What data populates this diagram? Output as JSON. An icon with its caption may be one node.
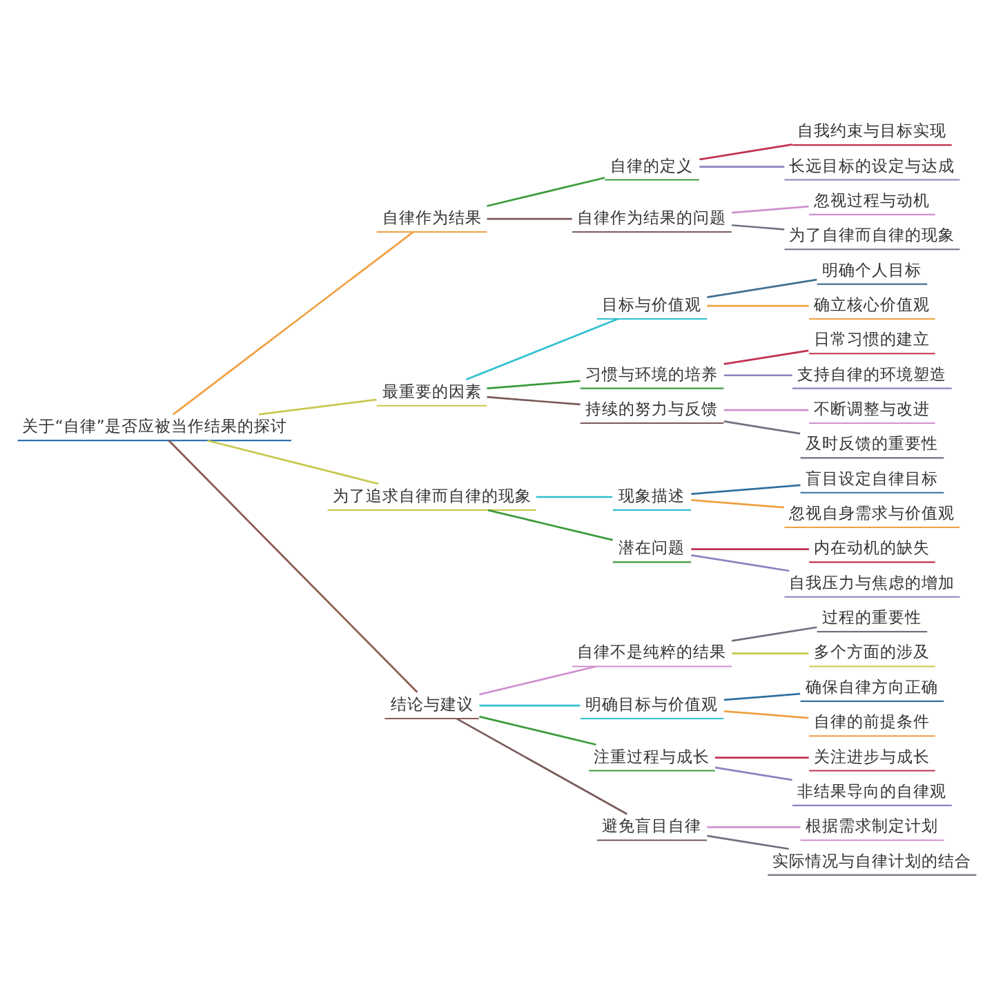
{
  "diagram": {
    "nodes": [
      {
        "text": [
          "关于“自律”是否应被当作结果的探讨"
        ]
      },
      {
        "text": [
          "自律作为结果"
        ]
      },
      {
        "text": [
          "自律的定义"
        ]
      },
      {
        "text": [
          "自我约束与目标实现"
        ]
      },
      {
        "text": [
          "长远目标的设定与达成"
        ]
      },
      {
        "text": [
          "自律作为结果的问题"
        ]
      },
      {
        "text": [
          "忽视过程与动机"
        ]
      },
      {
        "text": [
          "为了自律而自律的现象"
        ]
      },
      {
        "text": [
          "最重要的因素"
        ]
      },
      {
        "text": [
          "目标与价值观"
        ]
      },
      {
        "text": [
          "明确个人目标"
        ]
      },
      {
        "text": [
          "确立核心价值观"
        ]
      },
      {
        "text": [
          "习惯与环境的培养"
        ]
      },
      {
        "text": [
          "日常习惯的建立"
        ]
      },
      {
        "text": [
          "支持自律的环境塑造"
        ]
      },
      {
        "text": [
          "持续的努力与反馈"
        ]
      },
      {
        "text": [
          "不断调整与改进"
        ]
      },
      {
        "text": [
          "及时反馈的重要性"
        ]
      },
      {
        "text": [
          "为了追求自律而自律的现象"
        ]
      },
      {
        "text": [
          "现象描述"
        ]
      },
      {
        "text": [
          "盲目设定自律目标"
        ]
      },
      {
        "text": [
          "忽视自身需求与价值观"
        ]
      },
      {
        "text": [
          "潜在问题"
        ]
      },
      {
        "text": [
          "内在动机的缺失"
        ]
      },
      {
        "text": [
          "自我压力与焦虑的增加"
        ]
      },
      {
        "text": [
          "结论与建议"
        ]
      },
      {
        "text": [
          "自律不是纯粹的结果"
        ]
      },
      {
        "text": [
          "过程的重要性"
        ]
      },
      {
        "text": [
          "多个方面的涉及"
        ]
      },
      {
        "text": [
          "明确目标与价值观"
        ]
      },
      {
        "text": [
          "确保自律方向正确"
        ]
      },
      {
        "text": [
          "自律的前提条件"
        ]
      },
      {
        "text": [
          "注重过程与成长"
        ]
      },
      {
        "text": [
          "关注进步与成长"
        ]
      },
      {
        "text": [
          "非结果导向的自律观"
        ]
      },
      {
        "text": [
          "避免盲目自律"
        ]
      },
      {
        "text": [
          "根据需求制定计划"
        ]
      },
      {
        "text": [
          "实际情况与自律计划的结合"
        ]
      }
    ],
    "edges": [
      {
        "from": 0,
        "to": 1,
        "arrow": "none",
        "color": "#f0a040"
      },
      {
        "from": 1,
        "to": 2,
        "arrow": "none",
        "color": "#3a9a3a"
      },
      {
        "from": 2,
        "to": 3,
        "arrow": "none",
        "color": "#c03050"
      },
      {
        "from": 2,
        "to": 4,
        "arrow": "none",
        "color": "#9080c0"
      },
      {
        "from": 1,
        "to": 5,
        "arrow": "none",
        "color": "#7a5a5a"
      },
      {
        "from": 5,
        "to": 6,
        "arrow": "none",
        "color": "#d090d0"
      },
      {
        "from": 5,
        "to": 7,
        "arrow": "none",
        "color": "#707080"
      },
      {
        "from": 0,
        "to": 8,
        "arrow": "none",
        "color": "#c8c850"
      },
      {
        "from": 8,
        "to": 9,
        "arrow": "none",
        "color": "#30c0d0"
      },
      {
        "from": 9,
        "to": 10,
        "arrow": "none",
        "color": "#407090"
      },
      {
        "from": 9,
        "to": 11,
        "arrow": "none",
        "color": "#f0a040"
      },
      {
        "from": 8,
        "to": 12,
        "arrow": "none",
        "color": "#3a9a3a"
      },
      {
        "from": 12,
        "to": 13,
        "arrow": "none",
        "color": "#c03050"
      },
      {
        "from": 12,
        "to": 14,
        "arrow": "none",
        "color": "#9080c0"
      },
      {
        "from": 8,
        "to": 15,
        "arrow": "none",
        "color": "#7a5a5a"
      },
      {
        "from": 15,
        "to": 16,
        "arrow": "none",
        "color": "#d090d0"
      },
      {
        "from": 15,
        "to": 17,
        "arrow": "none",
        "color": "#707080"
      },
      {
        "from": 0,
        "to": 18,
        "arrow": "none",
        "color": "#c8c850"
      },
      {
        "from": 18,
        "to": 19,
        "arrow": "none",
        "color": "#30c0d0"
      },
      {
        "from": 19,
        "to": 20,
        "arrow": "none",
        "color": "#3070a0"
      },
      {
        "from": 19,
        "to": 21,
        "arrow": "none",
        "color": "#f0a040"
      },
      {
        "from": 18,
        "to": 22,
        "arrow": "none",
        "color": "#3a9a3a"
      },
      {
        "from": 22,
        "to": 23,
        "arrow": "none",
        "color": "#c03050"
      },
      {
        "from": 22,
        "to": 24,
        "arrow": "none",
        "color": "#9080c0"
      },
      {
        "from": 0,
        "to": 25,
        "arrow": "none",
        "color": "#8b5a50"
      },
      {
        "from": 25,
        "to": 26,
        "arrow": "none",
        "color": "#d090d0"
      },
      {
        "from": 26,
        "to": 27,
        "arrow": "none",
        "color": "#707080"
      },
      {
        "from": 26,
        "to": 28,
        "arrow": "none",
        "color": "#c8c850"
      },
      {
        "from": 25,
        "to": 29,
        "arrow": "none",
        "color": "#30c0d0"
      },
      {
        "from": 29,
        "to": 30,
        "arrow": "none",
        "color": "#3070a0"
      },
      {
        "from": 29,
        "to": 31,
        "arrow": "none",
        "color": "#f0a040"
      },
      {
        "from": 25,
        "to": 32,
        "arrow": "none",
        "color": "#3a9a3a"
      },
      {
        "from": 32,
        "to": 33,
        "arrow": "none",
        "color": "#c03050"
      },
      {
        "from": 32,
        "to": 34,
        "arrow": "none",
        "color": "#9080c0"
      },
      {
        "from": 25,
        "to": 35,
        "arrow": "none",
        "color": "#7a5a5a"
      },
      {
        "from": 35,
        "to": 36,
        "arrow": "none",
        "color": "#d090d0"
      },
      {
        "from": 35,
        "to": 37,
        "arrow": "none",
        "color": "#707080"
      }
    ]
  }
}
